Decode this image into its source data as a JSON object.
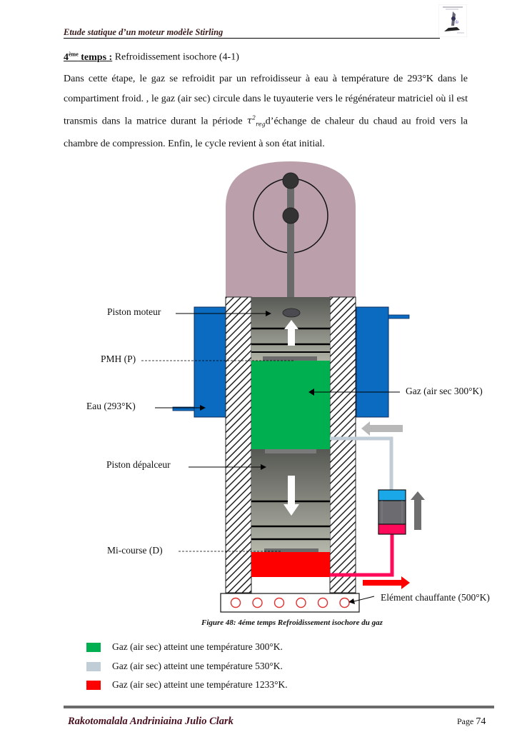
{
  "header": {
    "title": "Etude statique d’un moteur modèle Stirling",
    "logo_icon": "stirling-engine-logo"
  },
  "section": {
    "number": "4",
    "number_sup": "ème",
    "label": " temps :",
    "title": " Refroidissement isochore (4-1)"
  },
  "paragraph": {
    "before_symbol": "Dans cette étape, le gaz se refroidit par un refroidisseur à eau à température de 293°K dans le compartiment froid. , le gaz (air sec) circule dans le tuyauterie vers le régénérateur matriciel où il est transmis dans la matrice durant la période ",
    "symbol": "τ",
    "symbol_sup": "2",
    "symbol_sub": "reg",
    "after_symbol": "d’échange de chaleur du chaud  au froid vers la chambre de compression. Enfin, le cycle revient à son état initial."
  },
  "diagram": {
    "labels": {
      "piston_moteur": "Piston moteur",
      "pmh": "PMH (P)",
      "eau": "Eau (293°K)",
      "gaz": "Gaz (air sec 300°K)",
      "piston_deplaceur": "Piston dépalceur",
      "mi_course": "Mi-course (D)",
      "element_chauffant": "Elément chauffante (500°K)"
    },
    "colors": {
      "crankcase": "#bba0ab",
      "water_jacket": "#0a6bc0",
      "cold_gas": "#00b050",
      "regenerated_gas": "#c0ccd6",
      "hot_gas": "#ff0000",
      "regen_hot": "#ff0a5a",
      "regen_cold": "#1aa8e8",
      "heater_coil": "#e03030"
    },
    "heater_coil_count": 6
  },
  "caption": "Figure 48: 4éme temps Refroidissement isochore du gaz",
  "legend": [
    {
      "color": "#00b050",
      "text": "Gaz (air sec) atteint une température 300°K."
    },
    {
      "color": "#c0ccd6",
      "text": "Gaz (air sec) atteint une température 530°K."
    },
    {
      "color": "#ff0000",
      "text": "Gaz (air sec) atteint une température 1233°K."
    }
  ],
  "footer": {
    "author": "Rakotomalala Andriniaina Julio Clark",
    "page_label": "Page",
    "page_number": "74"
  }
}
